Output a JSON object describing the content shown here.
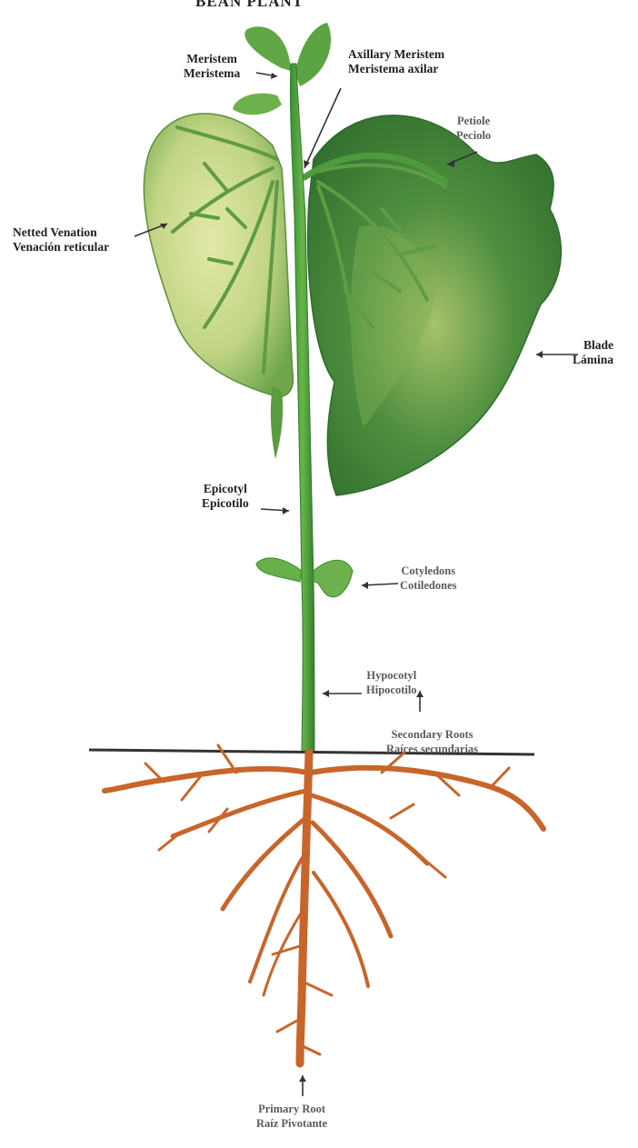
{
  "title_fragment": "BEAN PLANT",
  "labels": {
    "meristem": {
      "en": "Meristem",
      "es": "Meristema"
    },
    "axillary_meristem": {
      "en": "Axillary Meristem",
      "es": "Meristema axilar"
    },
    "petiole": {
      "en": "Petiole",
      "es": "Peciolo"
    },
    "netted_venation": {
      "en": "Netted Venation",
      "es": "Venación reticular"
    },
    "blade": {
      "en": "Blade",
      "es": "Lámina"
    },
    "epicotyl": {
      "en": "Epicotyl",
      "es": "Epicotilo"
    },
    "cotyledons": {
      "en": "Cotyledons",
      "es": "Cotiledones"
    },
    "hypocotyl": {
      "en": "Hypocotyl",
      "es": "Hipocotilo"
    },
    "secondary_roots": {
      "en": "Secondary Roots",
      "es": "Raíces secundarias"
    },
    "primary_root": {
      "en": "Primary Root",
      "es": "Raíz Pivotante"
    }
  },
  "colors": {
    "stem": "#3f9a3a",
    "leaf_light": "#c9d98a",
    "leaf_dark": "#3f7f36",
    "root": "#c8652b",
    "soil_line": "#333333"
  }
}
